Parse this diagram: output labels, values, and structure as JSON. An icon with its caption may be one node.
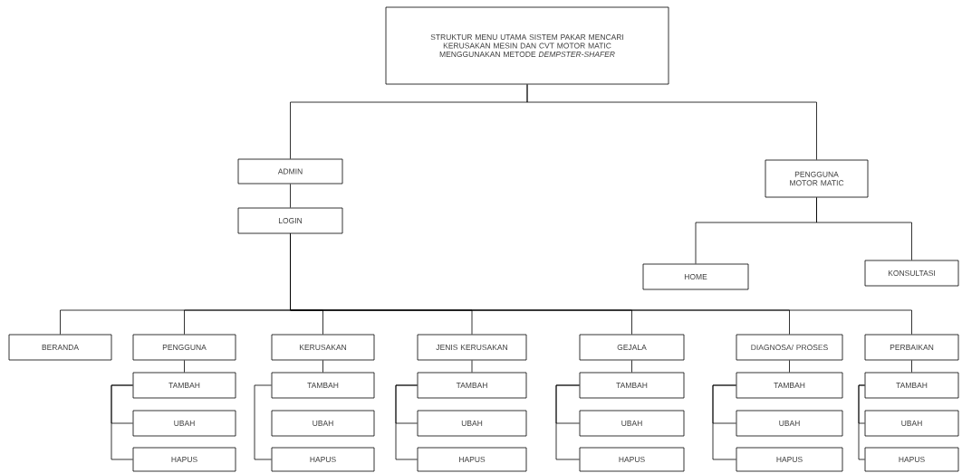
{
  "diagram": {
    "nodes": [
      {
        "text": [
          "STRUKTUR MENU UTAMA SISTEM PAKAR MENCARI KERUSAKAN MESIN DAN CVT MOTOR MATIC MENGGUNAKAN METODE *DEMPSTER-SHAFER*"
        ]
      },
      {
        "text": [
          "ADMIN"
        ]
      },
      {
        "text": [
          "LOGIN"
        ]
      },
      {
        "text": [
          "PENGGUNA MOTOR MATIC"
        ]
      },
      {
        "text": [
          "HOME"
        ]
      },
      {
        "text": [
          "KONSULTASI"
        ]
      },
      {
        "text": [
          "BERANDA"
        ]
      },
      {
        "text": [
          "PENGGUNA"
        ]
      },
      {
        "text": [
          "KERUSAKAN"
        ]
      },
      {
        "text": [
          "JENIS KERUSAKAN"
        ]
      },
      {
        "text": [
          "GEJALA"
        ]
      },
      {
        "text": [
          "DIAGNOSA/ PROSES"
        ]
      },
      {
        "text": [
          "PERBAIKAN"
        ]
      },
      {
        "text": [
          "TAMBAH"
        ]
      },
      {
        "text": [
          "UBAH"
        ]
      },
      {
        "text": [
          "HAPUS"
        ]
      },
      {
        "text": [
          "TAMBAH"
        ]
      },
      {
        "text": [
          "UBAH"
        ]
      },
      {
        "text": [
          "HAPUS"
        ]
      },
      {
        "text": [
          "TAMBAH"
        ]
      },
      {
        "text": [
          "UBAH"
        ]
      },
      {
        "text": [
          "HAPUS"
        ]
      },
      {
        "text": [
          "TAMBAH"
        ]
      },
      {
        "text": [
          "UBAH"
        ]
      },
      {
        "text": [
          "HAPUS"
        ]
      },
      {
        "text": [
          "TAMBAH"
        ]
      },
      {
        "text": [
          "UBAH"
        ]
      },
      {
        "text": [
          "HAPUS"
        ]
      },
      {
        "text": [
          "TAMBAH"
        ]
      },
      {
        "text": [
          "UBAH"
        ]
      },
      {
        "text": [
          "HAPUS"
        ]
      }
    ],
    "edges": [
      {
        "from": 0,
        "to": 1,
        "arrow": "none"
      },
      {
        "from": 0,
        "to": 3,
        "arrow": "none"
      },
      {
        "from": 1,
        "to": 2,
        "arrow": "none"
      },
      {
        "from": 3,
        "to": 4,
        "arrow": "none"
      },
      {
        "from": 3,
        "to": 5,
        "arrow": "none"
      },
      {
        "from": 2,
        "to": 6,
        "arrow": "none"
      },
      {
        "from": 2,
        "to": 7,
        "arrow": "none"
      },
      {
        "from": 2,
        "to": 8,
        "arrow": "none"
      },
      {
        "from": 2,
        "to": 9,
        "arrow": "none"
      },
      {
        "from": 2,
        "to": 10,
        "arrow": "none"
      },
      {
        "from": 2,
        "to": 11,
        "arrow": "none"
      },
      {
        "from": 2,
        "to": 12,
        "arrow": "none"
      },
      {
        "from": 7,
        "to": 13,
        "arrow": "none"
      },
      {
        "from": 13,
        "to": 14,
        "arrow": "none"
      },
      {
        "from": 13,
        "to": 15,
        "arrow": "none"
      },
      {
        "from": 8,
        "to": 16,
        "arrow": "none"
      },
      {
        "from": 16,
        "to": 18,
        "arrow": "none"
      },
      {
        "from": 9,
        "to": 19,
        "arrow": "none"
      },
      {
        "from": 19,
        "to": 20,
        "arrow": "none"
      },
      {
        "from": 19,
        "to": 21,
        "arrow": "none"
      },
      {
        "from": 10,
        "to": 22,
        "arrow": "none"
      },
      {
        "from": 22,
        "to": 23,
        "arrow": "none"
      },
      {
        "from": 22,
        "to": 24,
        "arrow": "none"
      },
      {
        "from": 11,
        "to": 25,
        "arrow": "none"
      },
      {
        "from": 25,
        "to": 26,
        "arrow": "none"
      },
      {
        "from": 25,
        "to": 27,
        "arrow": "none"
      },
      {
        "from": 12,
        "to": 28,
        "arrow": "none"
      },
      {
        "from": 28,
        "to": 29,
        "arrow": "none"
      },
      {
        "from": 28,
        "to": 30,
        "arrow": "none"
      }
    ]
  }
}
